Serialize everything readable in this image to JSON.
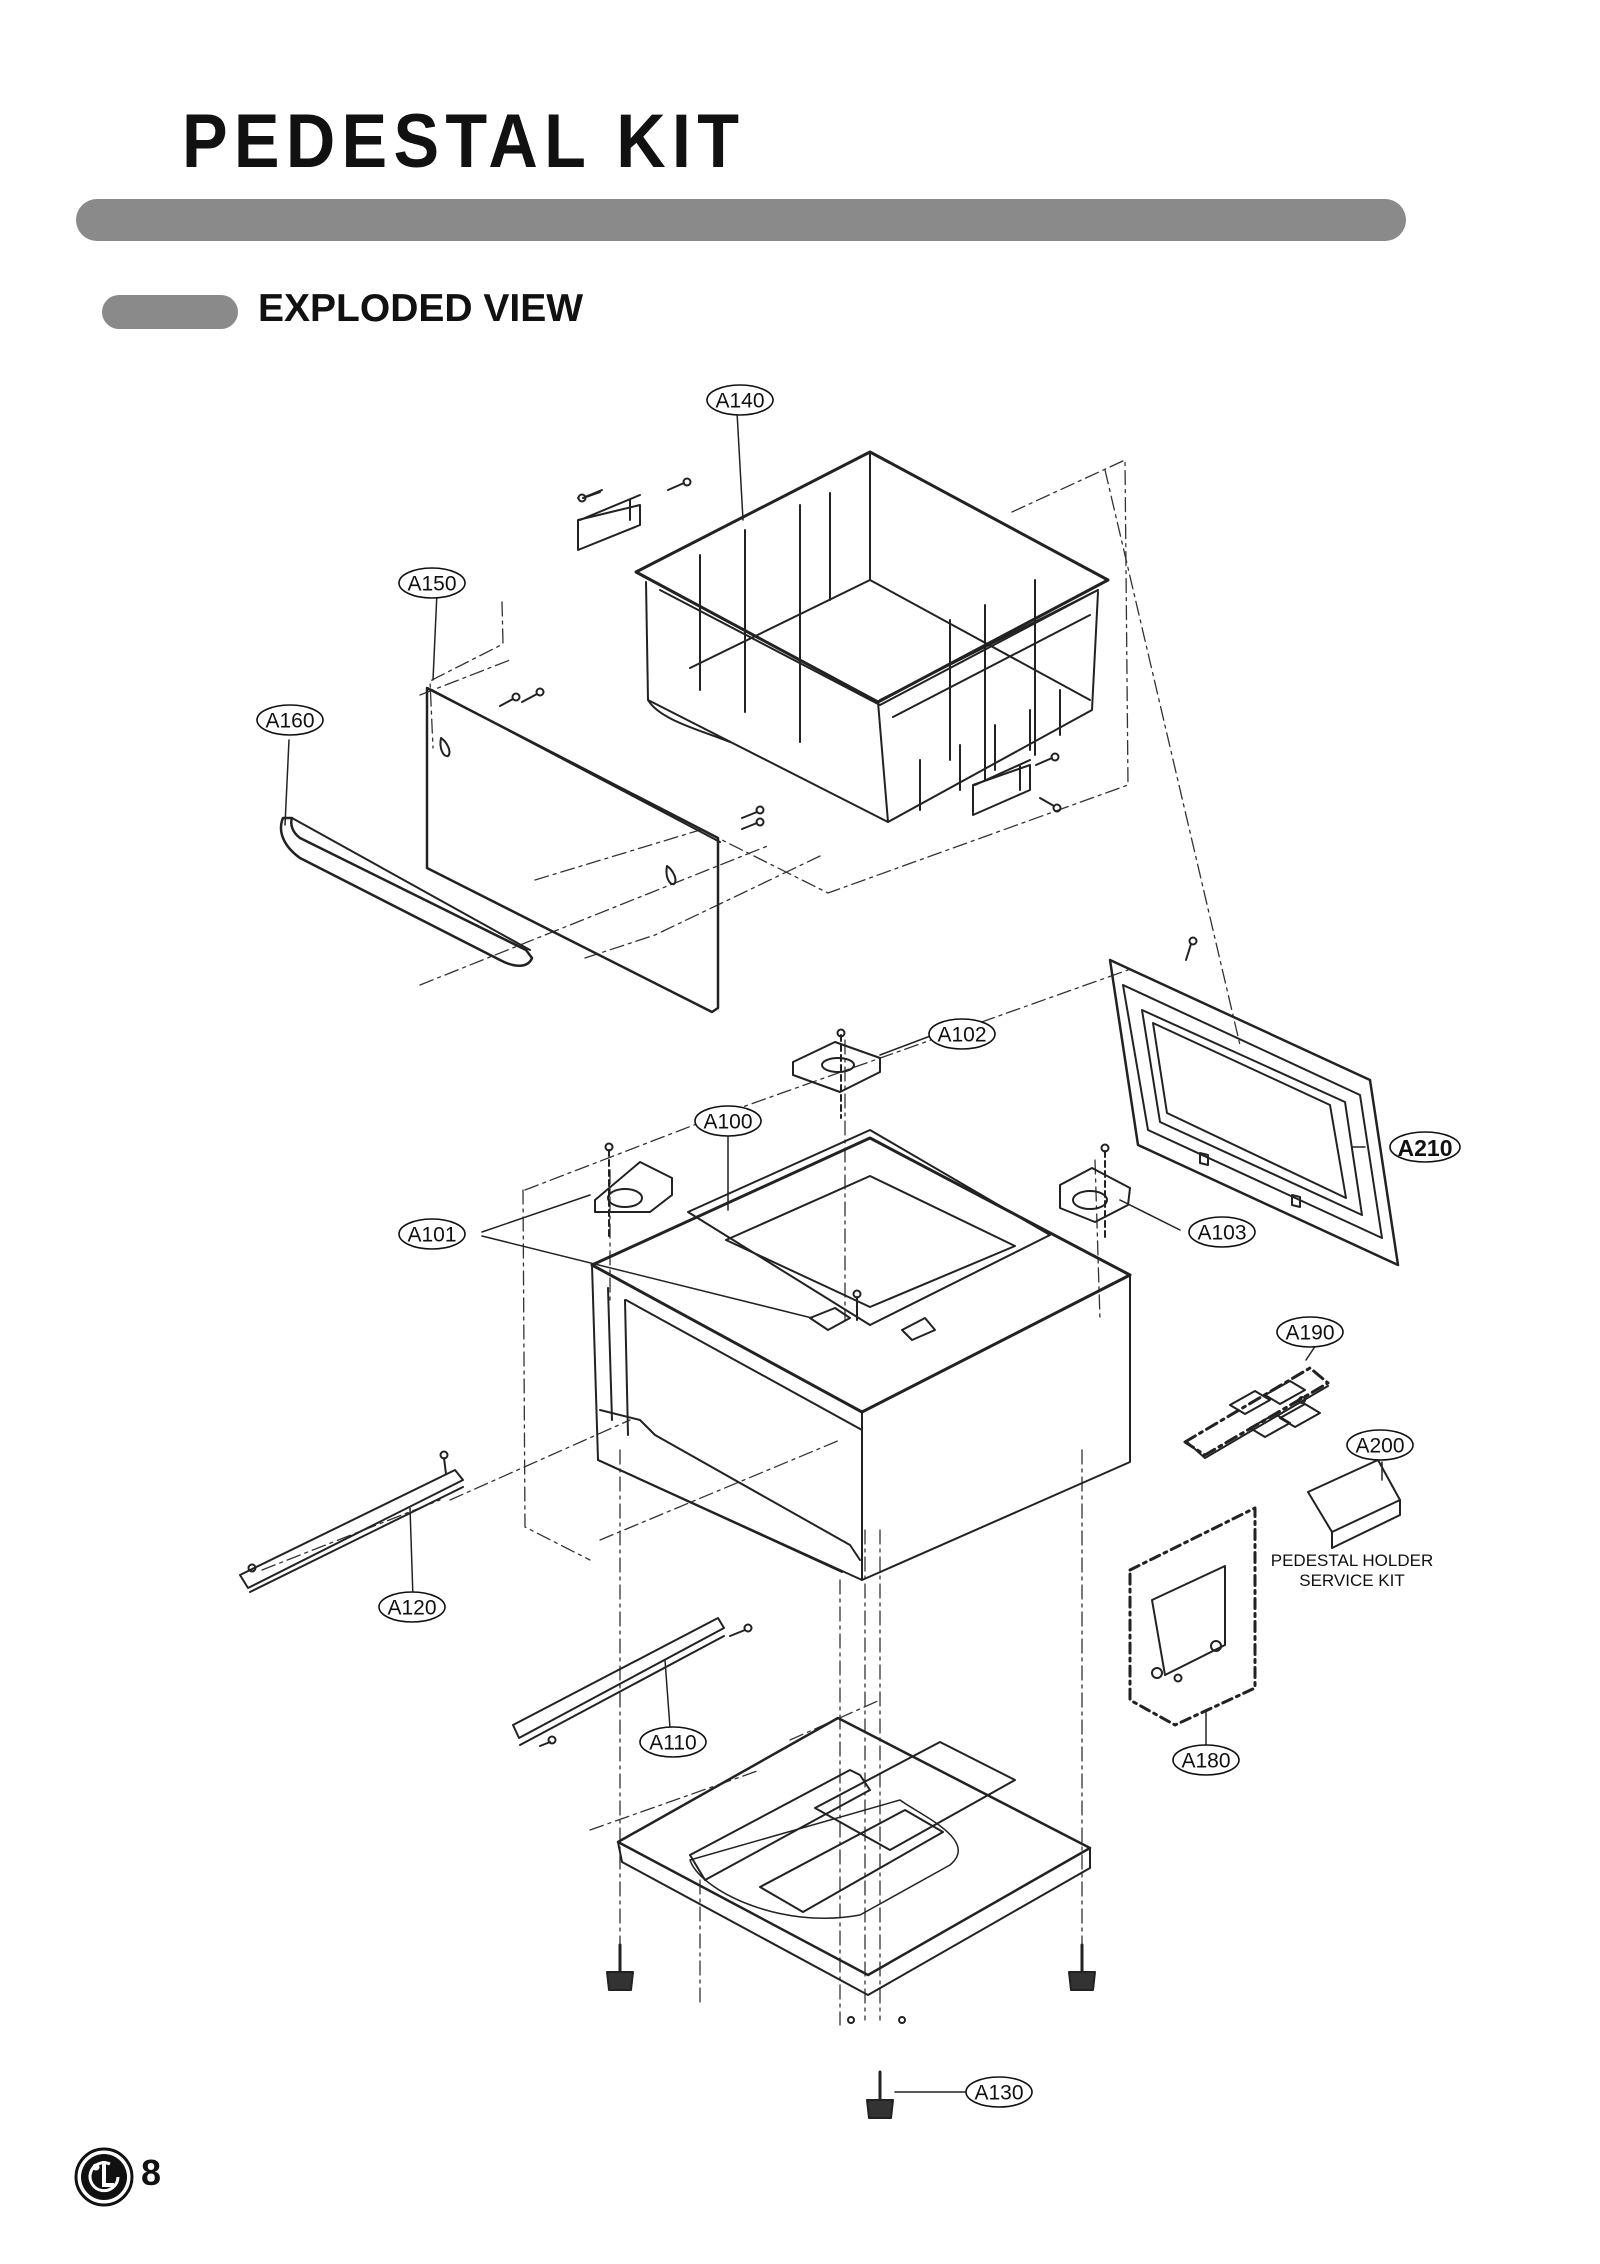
{
  "header": {
    "title": "PEDESTAL KIT",
    "section_title": "EXPLODED VIEW"
  },
  "diagram": {
    "callouts": {
      "A100": "A100",
      "A101": "A101",
      "A102": "A102",
      "A103": "A103",
      "A110": "A110",
      "A120": "A120",
      "A130": "A130",
      "A140": "A140",
      "A150": "A150",
      "A160": "A160",
      "A180": "A180",
      "A190": "A190",
      "A200": "A200",
      "A210": "A210"
    },
    "service_kit_label": [
      "PEDESTAL HOLDER",
      "SERVICE KIT"
    ]
  },
  "footer": {
    "logo_icon": "lg-logo-icon",
    "page_number": "8"
  }
}
